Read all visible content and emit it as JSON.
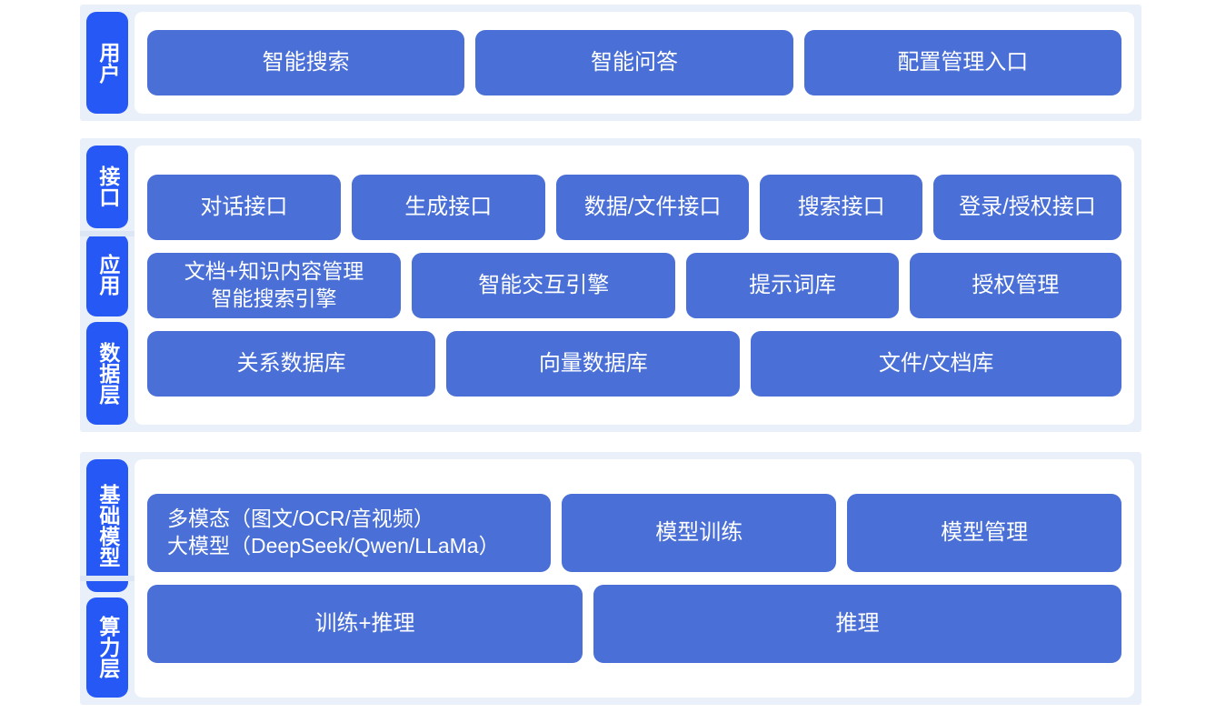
{
  "meta": {
    "colors": {
      "band": "#eaf0fa",
      "tab": "#2558f5",
      "card": "#4a6fd6",
      "panel": "#ffffff",
      "text_on_blue": "#ffffff",
      "rail_divider": "#dde6f5"
    }
  },
  "sections": [
    {
      "id": "user",
      "tabs": [
        {
          "label": "用户"
        }
      ],
      "rows": [
        {
          "id": "user-entries",
          "cards": [
            {
              "label": "智能搜索",
              "flex": 1
            },
            {
              "label": "智能问答",
              "flex": 1
            },
            {
              "label": "配置管理入口",
              "flex": 1
            }
          ]
        }
      ]
    },
    {
      "id": "middle",
      "tabs": [
        {
          "label": "接口"
        },
        {
          "label": "应用"
        },
        {
          "label": "数据层"
        }
      ],
      "rows": [
        {
          "id": "interface-row",
          "cards": [
            {
              "label": "对话接口",
              "flex": 1.03
            },
            {
              "label": "生成接口",
              "flex": 1.03
            },
            {
              "label": "数据/文件接口",
              "flex": 1.03
            },
            {
              "label": "搜索接口",
              "flex": 0.85
            },
            {
              "label": "登录/授权接口",
              "flex": 1.0
            }
          ]
        },
        {
          "id": "application-row",
          "cards": [
            {
              "label": "文档+知识内容管理\n智能搜索引擎",
              "flex": 1.15,
              "two_line": true
            },
            {
              "label": "智能交互引擎",
              "flex": 1.2
            },
            {
              "label": "提示词库",
              "flex": 0.95
            },
            {
              "label": "授权管理",
              "flex": 0.95
            }
          ]
        },
        {
          "id": "data-row",
          "cards": [
            {
              "label": "关系数据库",
              "flex": 1
            },
            {
              "label": "向量数据库",
              "flex": 1.02
            },
            {
              "label": "文件/文档库",
              "flex": 1.3
            }
          ]
        }
      ]
    },
    {
      "id": "bottom",
      "tabs": [
        {
          "label": "基础模型"
        },
        {
          "label": "算力层"
        }
      ],
      "rows": [
        {
          "id": "model-row",
          "cards": [
            {
              "label": "多模态（图文/OCR/音视频）\n大模型（DeepSeek/Qwen/LLaMa）",
              "flex": 1.45,
              "two_line": true,
              "model": true
            },
            {
              "label": "模型训练",
              "flex": 1.0
            },
            {
              "label": "模型管理",
              "flex": 1.0
            }
          ]
        },
        {
          "id": "compute-row",
          "cards": [
            {
              "label": "训练+推理",
              "flex": 1
            },
            {
              "label": "推理",
              "flex": 1.22
            }
          ]
        }
      ]
    }
  ]
}
